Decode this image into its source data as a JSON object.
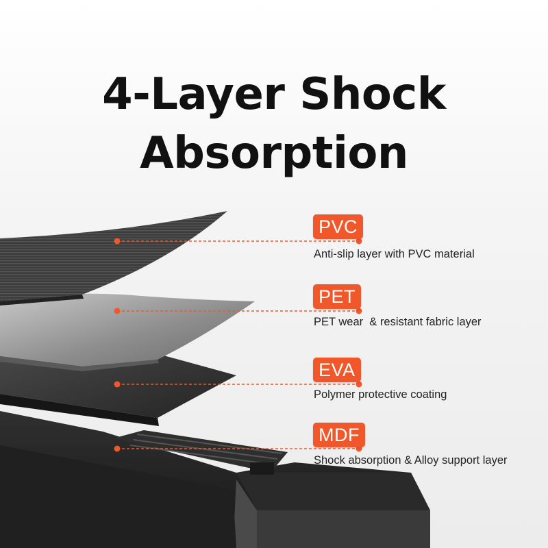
{
  "title": {
    "line1": "4-Layer Shock",
    "line2": "Absorption"
  },
  "accent_color": "#f0582b",
  "layers": [
    {
      "badge": "PVC",
      "description": "Anti-slip layer with PVC material"
    },
    {
      "badge": "PET",
      "description": "PET wear  & resistant fabric layer"
    },
    {
      "badge": "EVA",
      "description": "Polymer protective coating"
    },
    {
      "badge": "MDF",
      "description": "Shock absorption & Alloy support layer"
    }
  ]
}
